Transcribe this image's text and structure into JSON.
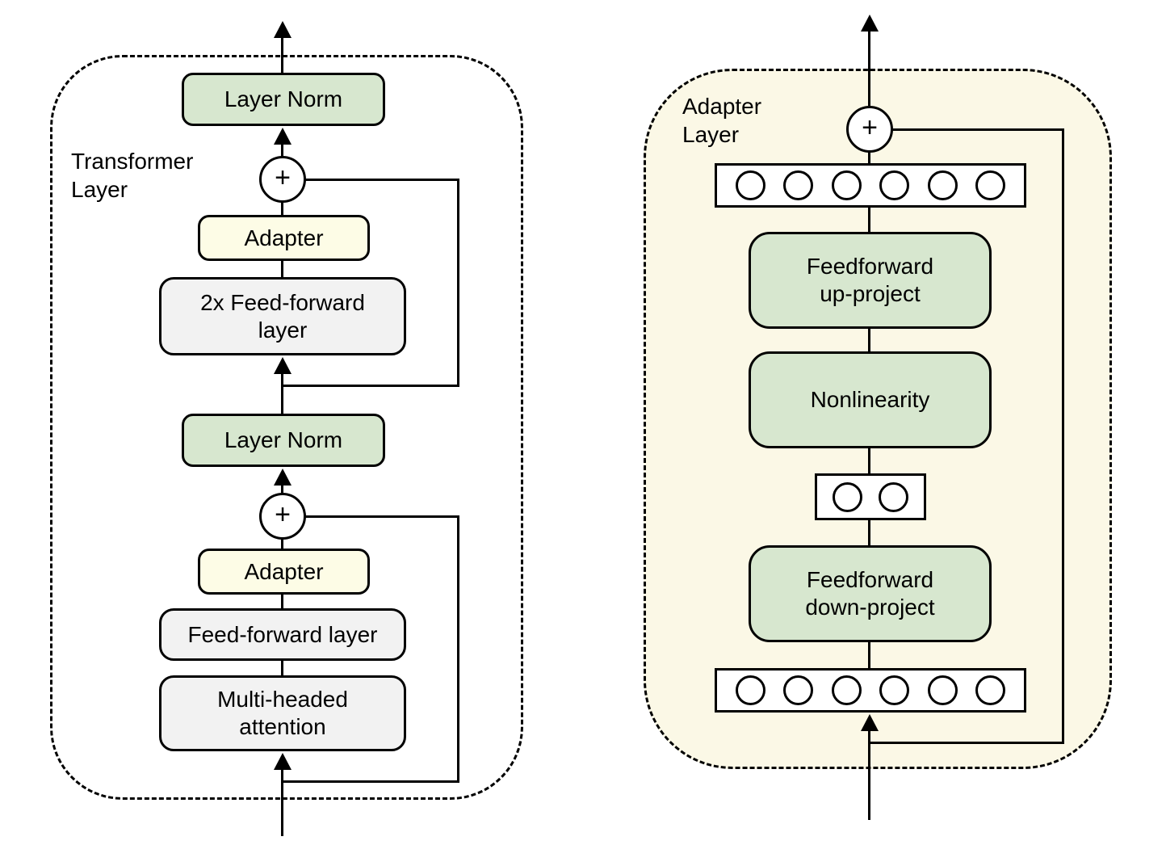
{
  "colors": {
    "green": "#d7e7cf",
    "yellow": "#fdfce6",
    "gray": "#f2f2f2",
    "panel_bg": "#fbf8e6",
    "line": "#000000"
  },
  "left_panel": {
    "label": "Transformer\nLayer",
    "layer_norm_top": "Layer Norm",
    "plus_top": "+",
    "adapter_top": "Adapter",
    "feed_forward_2x": "2x Feed-forward\nlayer",
    "layer_norm_bottom": "Layer Norm",
    "plus_bottom": "+",
    "adapter_bottom": "Adapter",
    "feed_forward": "Feed-forward layer",
    "multi_headed_attention": "Multi-headed\nattention"
  },
  "right_panel": {
    "label": "Adapter\nLayer",
    "plus": "+",
    "feedforward_up": "Feedforward\nup-project",
    "nonlinearity": "Nonlinearity",
    "feedforward_down": "Feedforward\ndown-project",
    "top_row_circles": 6,
    "bottleneck_circles": 2,
    "bottom_row_circles": 6
  }
}
